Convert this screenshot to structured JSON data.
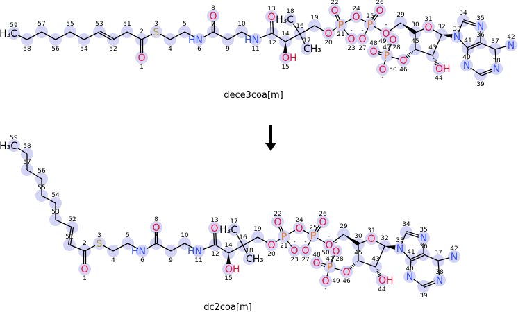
{
  "colors": {
    "O": "#e8143c",
    "N": "#3050f8",
    "S": "#b0a030",
    "P": "#e07820",
    "C": "#000000",
    "highlight": "#d4d4f6"
  },
  "reaction": {
    "arrow_icon": "down-arrow"
  },
  "molecules": [
    {
      "name": "dece3coa[m]",
      "atoms": {
        "1": "O",
        "3": "S",
        "6": "HN",
        "8": "O",
        "11": "HN",
        "13": "O",
        "15": "OH",
        "17": "CH3",
        "18": "H3C",
        "20": "O",
        "21": "P",
        "22": "O",
        "23": "O-",
        "24": "O",
        "25": "P",
        "26": "O",
        "27": "O-",
        "28": "O-",
        "31": "O",
        "33": "N",
        "35": "N",
        "38": "N",
        "40": "N",
        "42": "N",
        "44": "OH",
        "46": "O",
        "47": "P",
        "48": "O",
        "49": "O-",
        "50": "O-",
        "59": "H3C"
      }
    },
    {
      "name": "dc2coa[m]",
      "atoms": {
        "1": "O",
        "3": "S",
        "6": "HN",
        "8": "O",
        "11": "HN",
        "13": "O",
        "15": "OH",
        "17": "H3C",
        "18": "CH3",
        "20": "O",
        "21": "P",
        "22": "O",
        "23": "O-",
        "24": "O",
        "25": "P",
        "26": "O",
        "27": "O-",
        "28": "O-",
        "31": "O",
        "33": "N",
        "35": "N",
        "38": "N",
        "40": "N",
        "42": "N",
        "44": "OH",
        "46": "O",
        "47": "P",
        "48": "O",
        "49": "O-",
        "50": "O-",
        "59": "H3C"
      }
    }
  ]
}
